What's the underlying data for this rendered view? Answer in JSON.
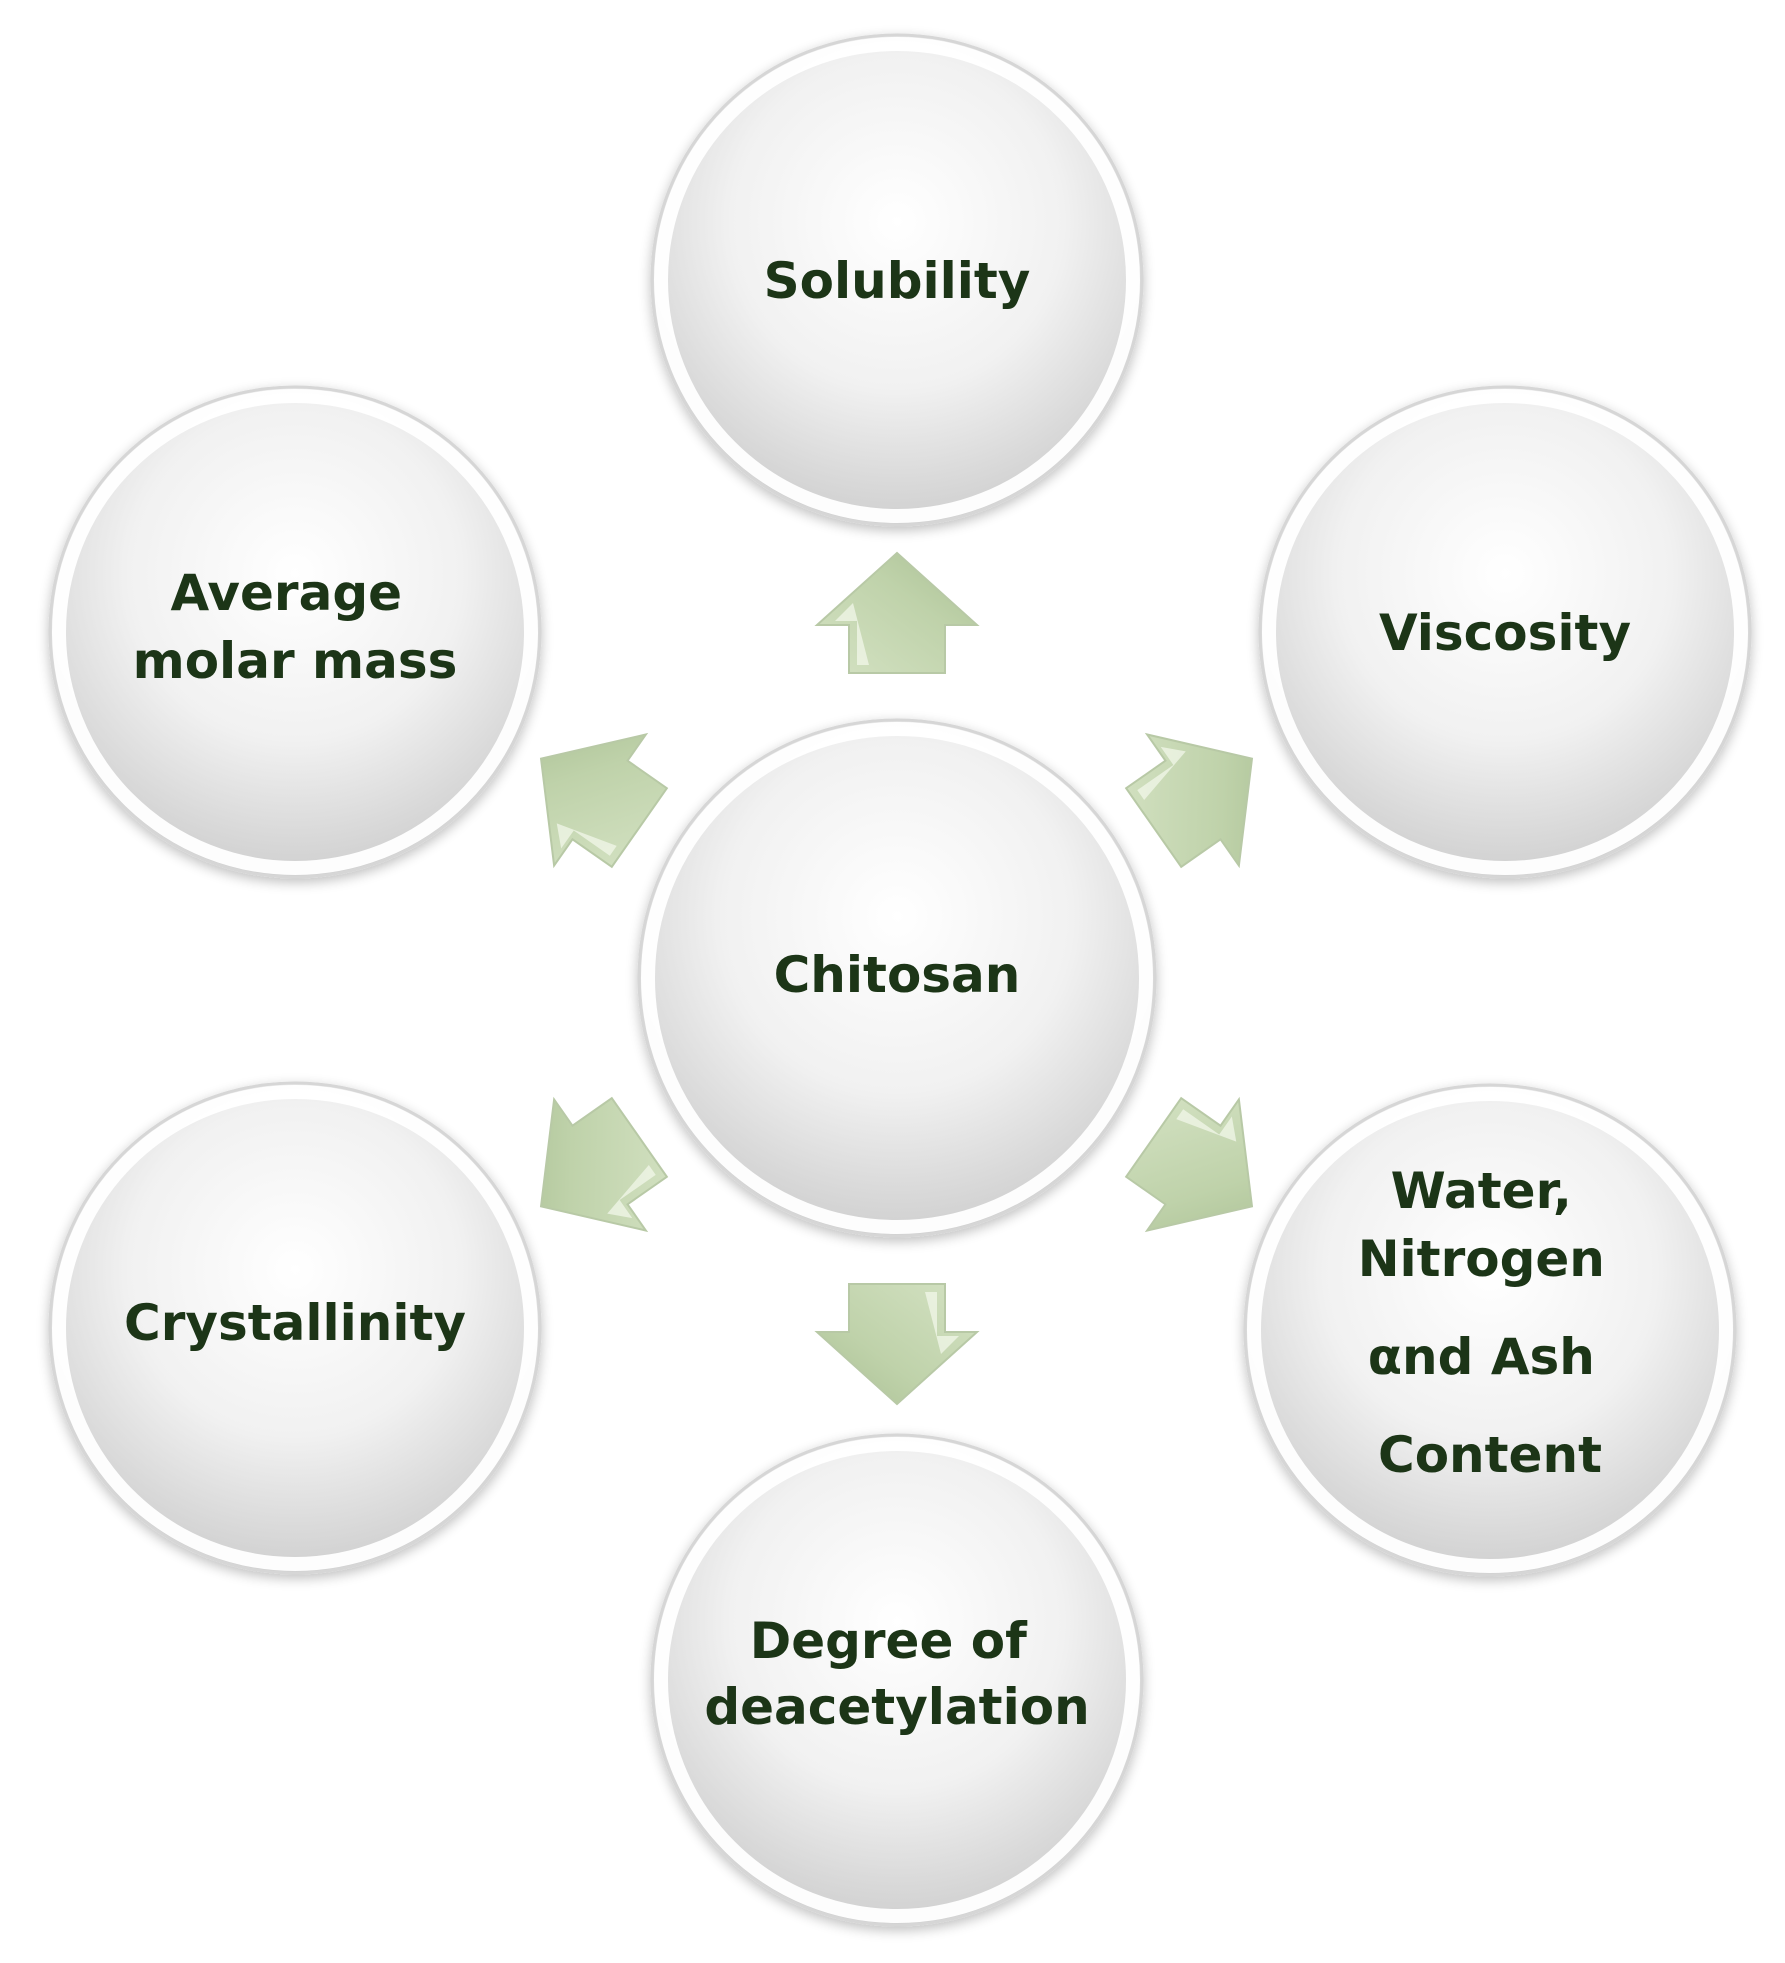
{
  "diagram": {
    "center": {
      "label": "Chitosan"
    },
    "nodes": [
      {
        "id": "solubility",
        "lines": [
          "Solubility"
        ]
      },
      {
        "id": "viscosity",
        "lines": [
          "Viscosity"
        ]
      },
      {
        "id": "water-nitrogen-ash",
        "lines": [
          "Water,",
          "Nitrogen",
          "αnd Ash",
          "Content"
        ]
      },
      {
        "id": "degree-of-deacetylation",
        "lines": [
          "Degree of",
          "deacetylation"
        ]
      },
      {
        "id": "crystallinity",
        "lines": [
          "Crystallinity"
        ]
      },
      {
        "id": "average-molar-mass",
        "lines": [
          "Average",
          "molar mass"
        ]
      }
    ],
    "colors": {
      "text": "#1c3517",
      "arrow_fill": "#c4d6b0",
      "arrow_fill_dark": "#a9bf93",
      "node_light": "#ffffff",
      "node_dark": "#cfcfcf"
    }
  }
}
